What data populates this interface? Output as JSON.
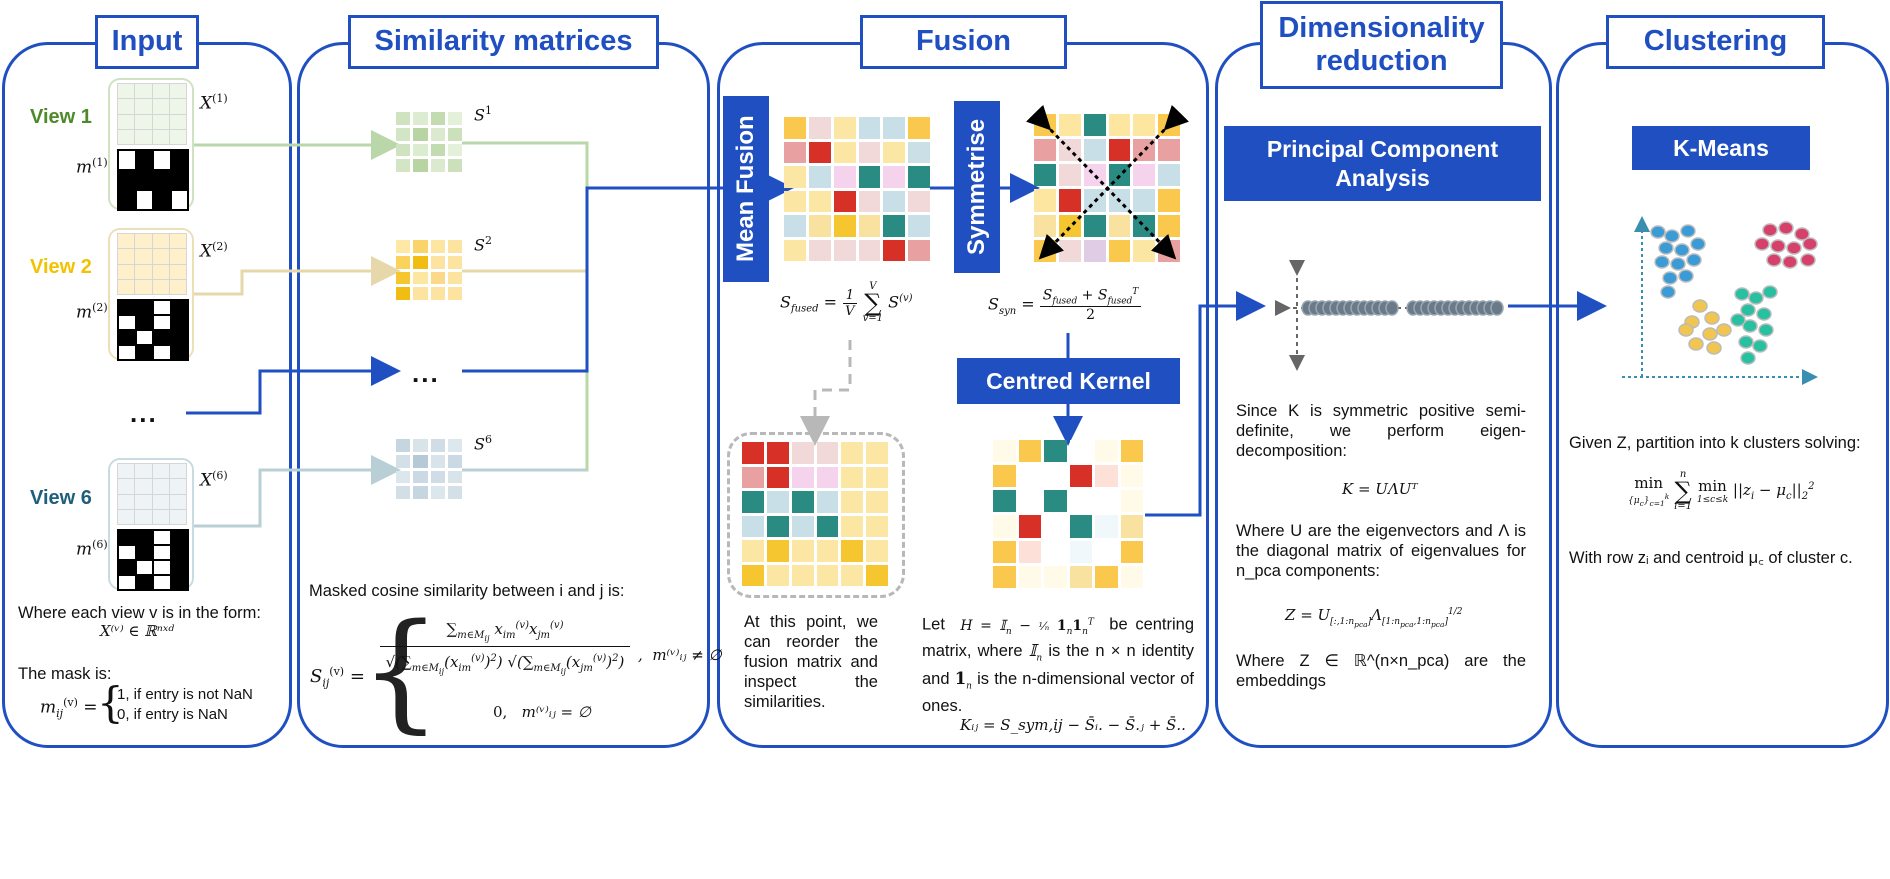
{
  "titles": {
    "input": "Input",
    "similarity": "Similarity matrices",
    "fusion": "Fusion",
    "dimred": "Dimensionality reduction",
    "clustering": "Clustering"
  },
  "colors": {
    "accent": "#1f4fc1",
    "view1": "#4e8a2a",
    "view2": "#f2c200",
    "view6": "#1f5f7a"
  },
  "input": {
    "views": [
      {
        "label": "View 1",
        "x_label": "X",
        "x_sup": "(1)",
        "m_label": "m",
        "m_sup": "(1)"
      },
      {
        "label": "View 2",
        "x_label": "X",
        "x_sup": "(2)",
        "m_label": "m",
        "m_sup": "(2)"
      },
      {
        "label": "View 6",
        "x_label": "X",
        "x_sup": "(6)",
        "m_label": "m",
        "m_sup": "(6)"
      }
    ],
    "ellipsis": "...",
    "form_text": "Where each view v is in the form:",
    "form_math": "X⁽ᵛ⁾ ∈ ℝⁿˣᵈ",
    "mask_text": "The mask is:",
    "mask_case1": "1, if entry is not NaN",
    "mask_case2": "0, if entry is NaN"
  },
  "similarity": {
    "labels": [
      "S",
      "S",
      "S"
    ],
    "sups": [
      "1",
      "2",
      "6"
    ],
    "ellipsis": "...",
    "desc": "Masked cosine similarity between i and j is:",
    "cond1": "m⁽ᵛ⁾ᵢⱼ ≠ ∅",
    "cond2": "m⁽ᵛ⁾ᵢⱼ = ∅",
    "zero": "0,"
  },
  "fusion": {
    "mean_label": "Mean Fusion",
    "sym_label": "Symmetrise",
    "kernel_label": "Centred Kernel",
    "reorder_text": "At this point, we can reorder the fusion matrix and inspect the similarities.",
    "centring_text_a": "Let",
    "centring_text_b": "be centring matrix, where",
    "centring_text_c": "is the n × n identity and",
    "centring_text_d": "is the n-dimensional vector of ones.",
    "k_formula": "Kᵢⱼ = S_sym,ij − S̄ᵢ. − S̄.ⱼ + S̄.."
  },
  "dimred": {
    "pca_label": "Principal Component Analysis",
    "text1": "Since K is symmetric positive semi-definite, we perform eigen-decomposition:",
    "eq1": "K = UΛUᵀ",
    "text2": "Where U are the eigenvectors and Λ is the diagonal matrix of eigenvalues for n_pca components:",
    "text3": "Where Z ∈ ℝ^(n×n_pca) are the embeddings"
  },
  "clustering": {
    "kmeans_label": "K-Means",
    "text1": "Given Z, partition into k clusters solving:",
    "text2": "With row zᵢ and centroid μ꜀ of cluster c."
  }
}
